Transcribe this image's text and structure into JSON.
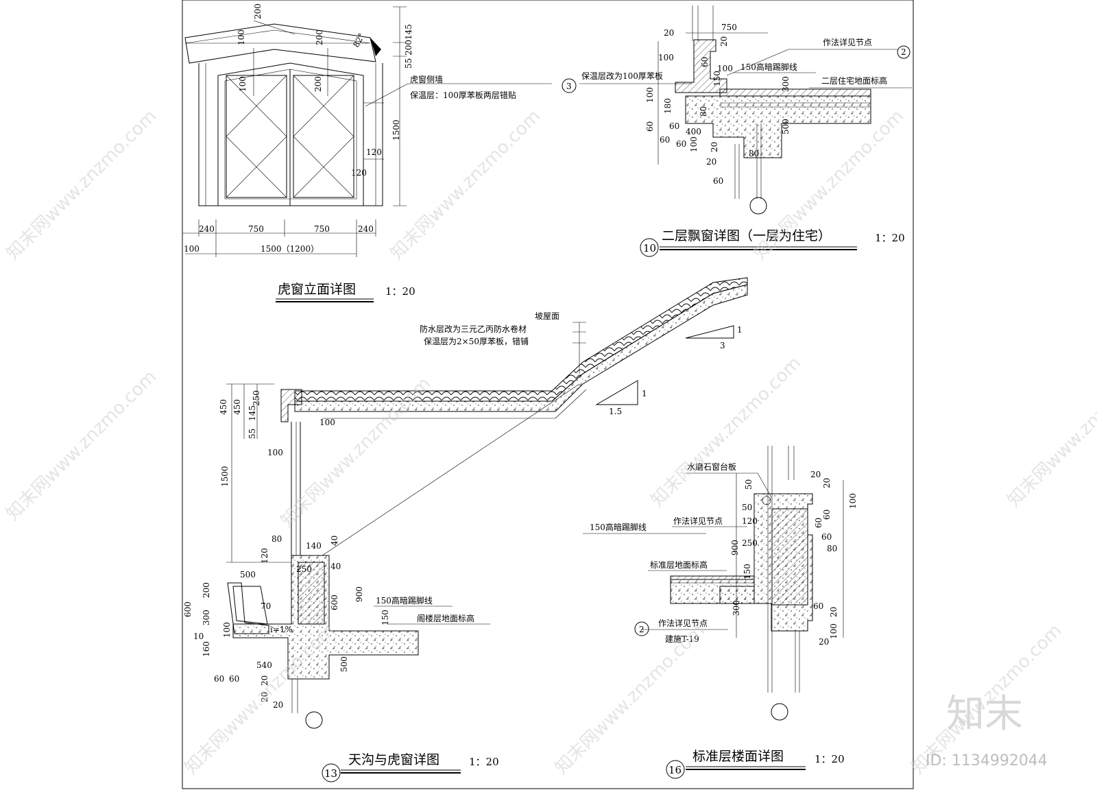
{
  "drawings": {
    "dormer_elevation": {
      "title": "虎窗立面详图",
      "scale": "1：20",
      "labels": {
        "side_wall": "虎窗侧墙",
        "insulation": "保温层：100厚苯板两层错贴"
      },
      "dims": {
        "top_200": "200",
        "d100a": "100",
        "d200b": "200",
        "angle": "82°",
        "d100c": "100",
        "d200d": "200",
        "right_stack": "55 200145",
        "h1500": "1500",
        "d120a": "120",
        "d120b": "120",
        "w100": "100",
        "w240a": "240",
        "w750a": "750",
        "w750b": "750",
        "w240b": "240",
        "total": "1500（1200）"
      }
    },
    "bay_window": {
      "title": "二层飘窗详图（一层为住宅）",
      "scale": "1：20",
      "number": "10",
      "ref": "2",
      "labels": {
        "detail_ref": "作法详见节点",
        "skirting": "150高暗踢脚线",
        "floor_level": "二层住宅地面标高",
        "insulation_change": "保温层改为100厚苯板",
        "callout": "3"
      },
      "dims": {
        "d20a": "20",
        "d750": "750",
        "d20b": "20",
        "d100a": "100",
        "d60a": "60",
        "d100b": "100",
        "d150": "150",
        "d300": "300",
        "d100c": "100",
        "d180": "180",
        "d80a": "80",
        "d60b": "60",
        "d60c": "60",
        "d400": "400",
        "d500": "500",
        "d60d": "60",
        "d60e": "60",
        "d100d": "100",
        "d20c": "20",
        "d20d": "20",
        "d80b": "80",
        "d60f": "60"
      }
    },
    "gutter_dormer": {
      "title": "天沟与虎窗详图",
      "scale": "1：20",
      "number": "13",
      "labels": {
        "slope_roof": "坡屋面",
        "waterproof": "防水层改为三元乙丙防水卷材",
        "insulation": "保温层为2×50厚苯板，错铺",
        "skirting": "150高暗踢脚线",
        "attic_level": "阁楼层地面标高",
        "slope_note": "i=1%"
      },
      "slopes": {
        "upper_rise": "1",
        "upper_run": "3",
        "lower_rise": "1",
        "lower_run": "1.5"
      },
      "dims": {
        "d450a": "450",
        "d450b": "450",
        "d250a": "250",
        "d145": "145",
        "d55": "55",
        "d100a": "100",
        "d100b": "100",
        "d1500": "1500",
        "d80": "80",
        "d140": "140",
        "d40a": "40",
        "d120": "120",
        "d40b": "40",
        "d500a": "500",
        "d250b": "250",
        "d600a": "600",
        "d200": "200",
        "d70": "70",
        "d600b": "600",
        "d900": "900",
        "d300": "300",
        "d100c": "100",
        "d150": "150",
        "d10": "10",
        "d160": "160",
        "d540": "540",
        "d60a": "60",
        "d60b": "60",
        "d500b": "500",
        "d20a": "20",
        "d20b": "20",
        "d20c": "20"
      }
    },
    "std_floor": {
      "title": "标准层楼面详图",
      "scale": "1：20",
      "number": "16",
      "ref": "2",
      "labels": {
        "sill": "水磨石窗台板",
        "skirting": "150高暗踢脚线",
        "detail_ref": "作法详见节点",
        "floor_level": "标准层地面标高",
        "detail_ref2": "作法详见节点",
        "sheet": "建施T-19"
      },
      "dims": {
        "d50a": "50",
        "d50b": "50",
        "d120": "120",
        "d250": "250",
        "d900": "900",
        "d150": "150",
        "d300": "300",
        "d20a": "20",
        "d20b": "20",
        "d100a": "100",
        "d60a": "60",
        "d60b": "60",
        "d60c": "60",
        "d80": "80",
        "d60d": "60",
        "d20c": "20",
        "d100b": "100",
        "d20d": "20"
      }
    }
  },
  "watermark": {
    "text": "知末网www.znzmo.com",
    "brand": "知末",
    "id": "ID: 1134992044"
  },
  "colors": {
    "line": "#000000",
    "background": "#ffffff",
    "watermark": "#cfcfcf"
  }
}
